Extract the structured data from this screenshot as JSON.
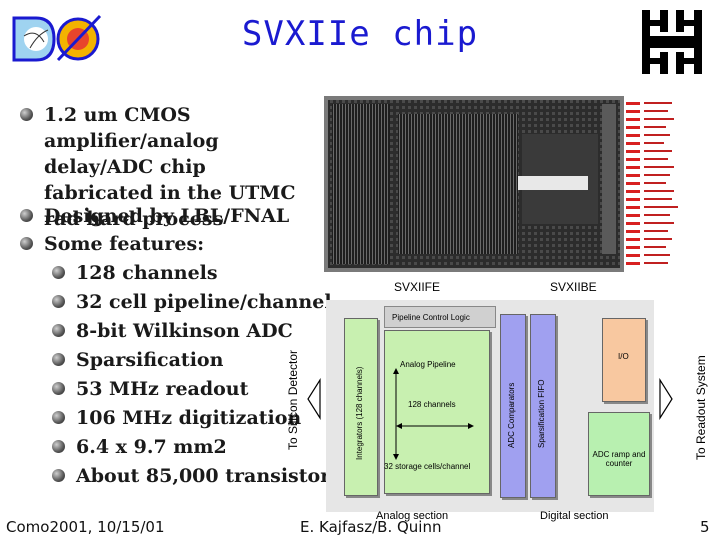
{
  "slide": {
    "title": "SVXIIe chip",
    "bullets": [
      "1.2 um CMOS amplifier/analog delay/ADC chip fabricated in the UTMC rad hard process",
      "Designed by LBL/FNAL",
      "Some features:"
    ],
    "features": [
      "128 channels",
      "32 cell pipeline/channel",
      "8-bit Wilkinson ADC",
      "Sparsification",
      "53 MHz readout",
      "106 MHz digitization",
      "6.4 x 9.7 mm2",
      "About 85,000 transistors"
    ],
    "footer_left": "Como2001, 10/15/01",
    "footer_author": "E. Kajfasz/B. Quinn",
    "page_number": "5"
  },
  "diagram": {
    "fe_label": "SVXIIFE",
    "be_label": "SVXIIBE",
    "left_arrow_label": "To Silicon Detector",
    "right_arrow_label": "To Readout System",
    "pipeline_control": "Pipeline Control Logic",
    "integrators": "Integrators (128 channels)",
    "analog_pipeline": "Analog Pipeline",
    "channels": "128 channels",
    "storage_cells": "32 storage cells/channel",
    "adc_comparators": "ADC Comparators",
    "sparsification_fifo": "Sparsification FIFO",
    "io": "I/O",
    "adc_ramp": "ADC ramp and counter",
    "analog_section": "Analog section",
    "digital_section": "Digital section"
  },
  "colors": {
    "title": "#1a1ad0",
    "analog_block": "#c8f0b0",
    "blue_block": "#a0a0f0",
    "io_block": "#f8c8a0",
    "adc_ramp_block": "#b8f0b0"
  }
}
